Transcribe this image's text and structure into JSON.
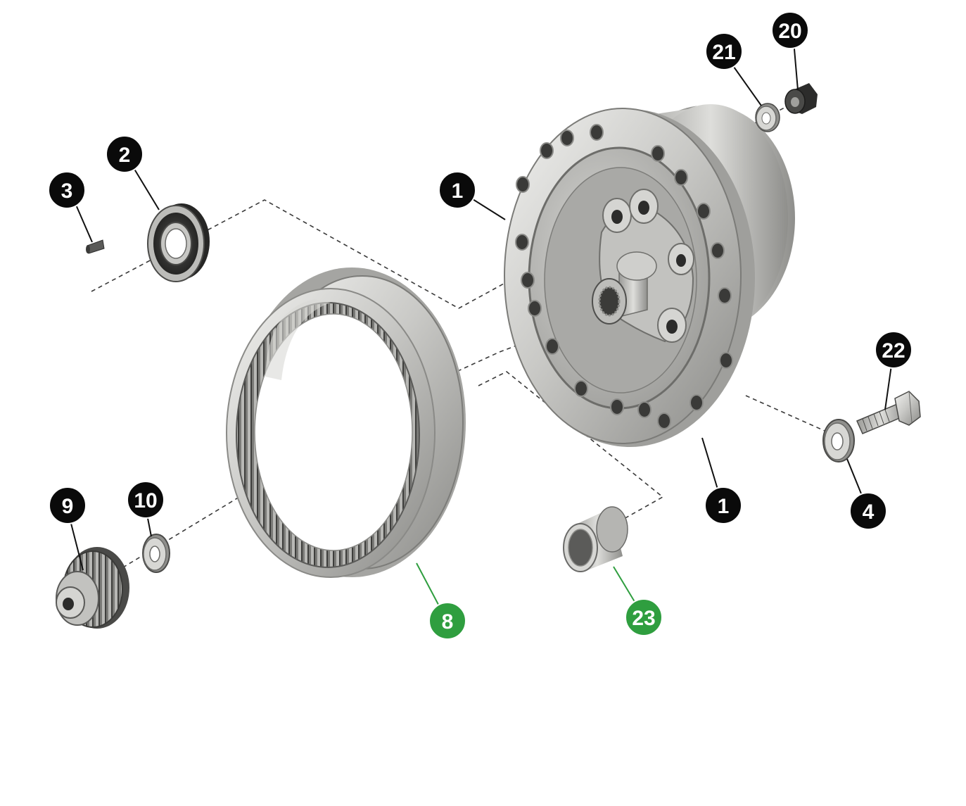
{
  "diagram": {
    "colors": {
      "callout_default": "#0a0a0a",
      "callout_highlight": "#2f9e3f",
      "leader_highlight": "#2f9e3f",
      "metal_light": "#e6e6e4",
      "metal_mid": "#b3b3b0",
      "metal_dark": "#5a5a58"
    },
    "callouts": [
      {
        "id": "1a",
        "label": "1",
        "highlight": false
      },
      {
        "id": "1b",
        "label": "1",
        "highlight": false
      },
      {
        "id": "2",
        "label": "2",
        "highlight": false
      },
      {
        "id": "3",
        "label": "3",
        "highlight": false
      },
      {
        "id": "4",
        "label": "4",
        "highlight": false
      },
      {
        "id": "8",
        "label": "8",
        "highlight": true
      },
      {
        "id": "9",
        "label": "9",
        "highlight": false
      },
      {
        "id": "10",
        "label": "10",
        "highlight": false
      },
      {
        "id": "20",
        "label": "20",
        "highlight": false
      },
      {
        "id": "21",
        "label": "21",
        "highlight": false
      },
      {
        "id": "22",
        "label": "22",
        "highlight": false
      },
      {
        "id": "23",
        "label": "23",
        "highlight": true
      }
    ],
    "parts": [
      {
        "id": "hub",
        "icon": "planetary-hub-icon"
      },
      {
        "id": "bearing",
        "icon": "sealed-bearing-icon"
      },
      {
        "id": "pin",
        "icon": "dowel-pin-icon"
      },
      {
        "id": "ring-gear",
        "icon": "internal-ring-gear-icon"
      },
      {
        "id": "pinion",
        "icon": "pinion-gear-icon"
      },
      {
        "id": "washer-10",
        "icon": "washer-icon"
      },
      {
        "id": "washer-21",
        "icon": "washer-icon"
      },
      {
        "id": "nut-20",
        "icon": "nut-icon"
      },
      {
        "id": "bolt-22",
        "icon": "hex-bolt-icon"
      },
      {
        "id": "washer-4",
        "icon": "washer-icon"
      },
      {
        "id": "bushing-23",
        "icon": "bushing-icon"
      }
    ]
  }
}
